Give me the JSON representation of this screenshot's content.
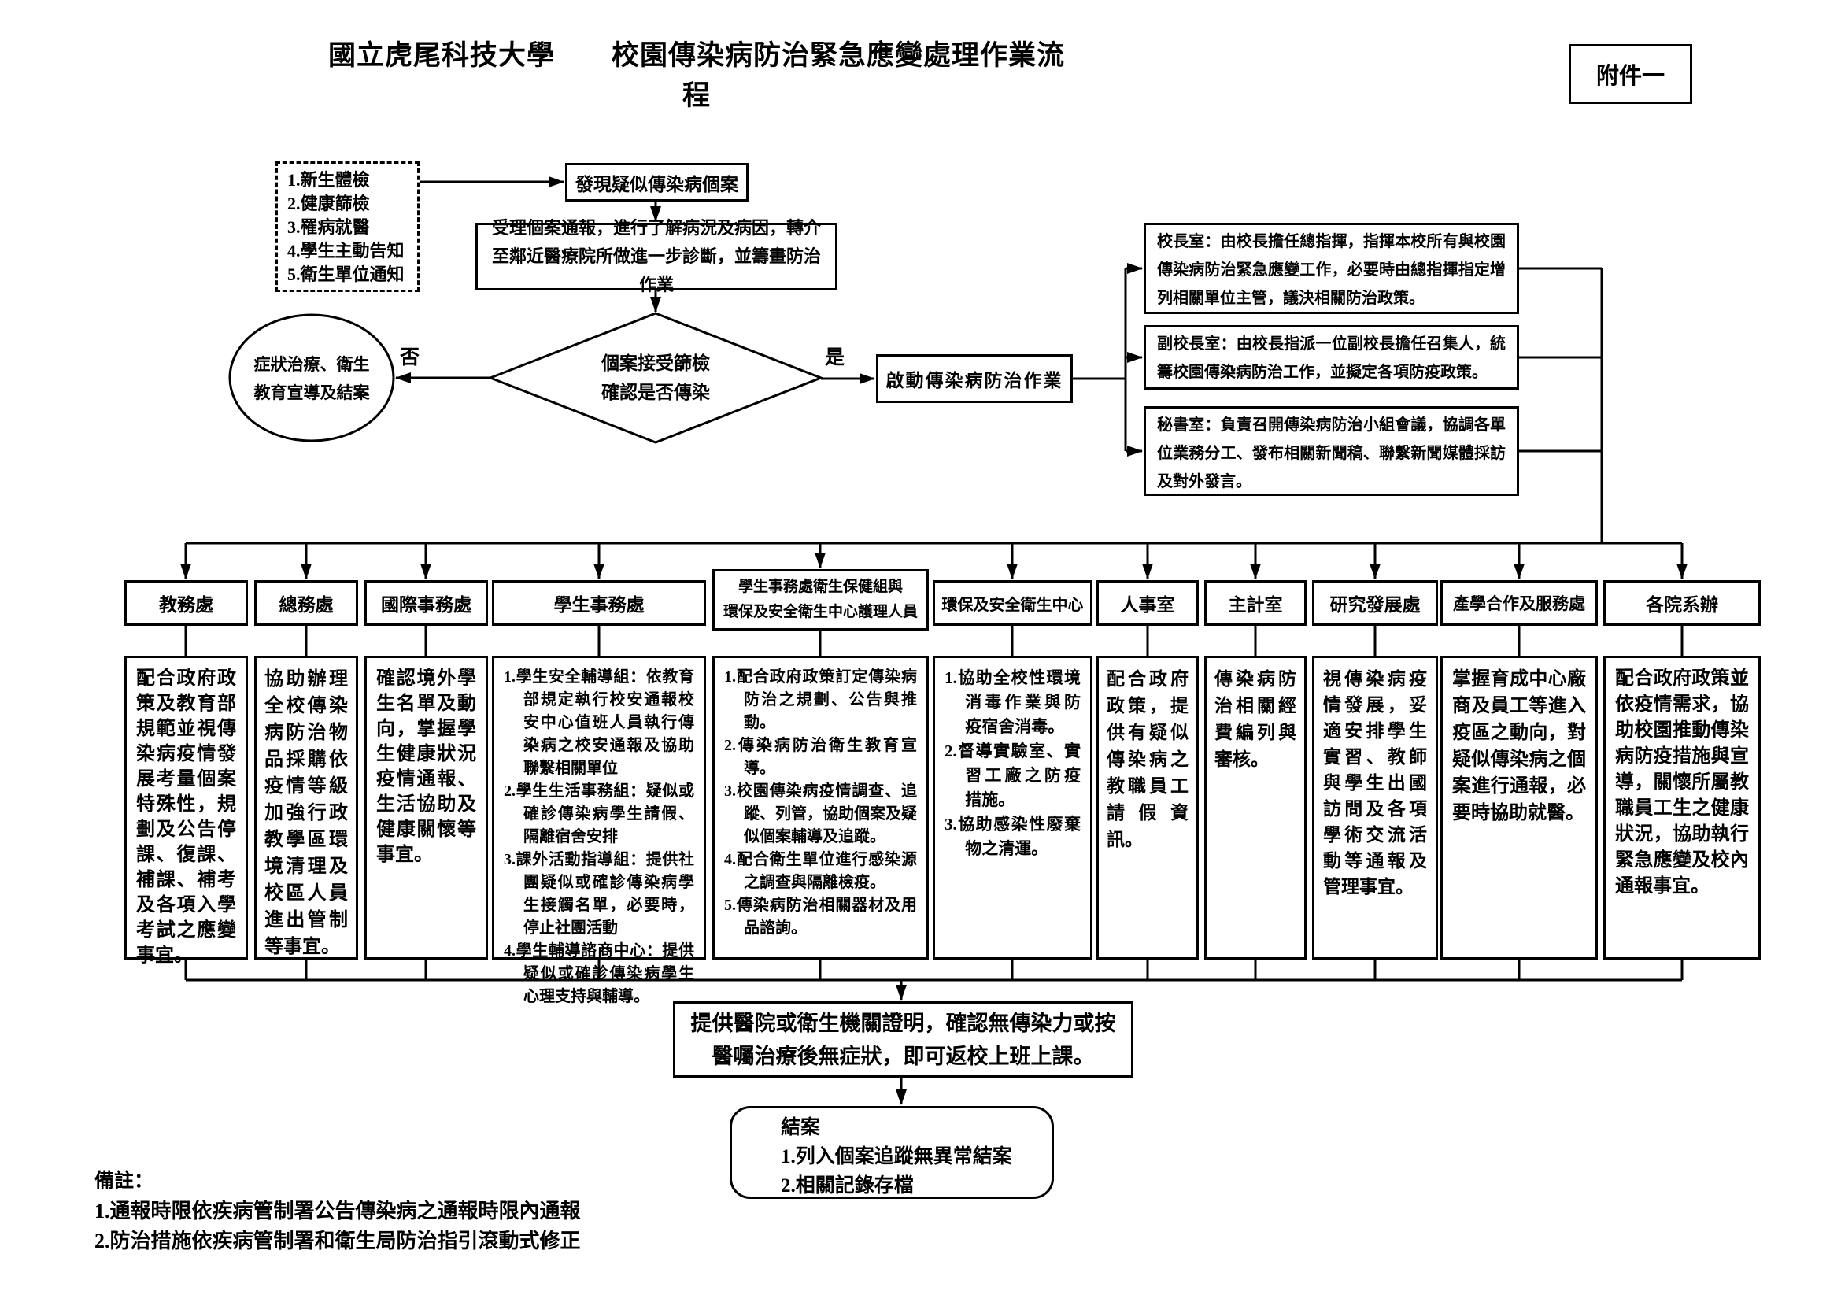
{
  "page": {
    "title": "國立虎尾科技大學　　校園傳染病防治緊急應變處理作業流程",
    "attachment_label": "附件一"
  },
  "flow": {
    "sources": {
      "items": [
        "1.新生體檢",
        "2.健康篩檢",
        "3.罹病就醫",
        "4.學生主動告知",
        "5.衛生單位通知"
      ]
    },
    "discover": "發現疑似傳染病個案",
    "accept": "受理個案通報，進行了解病況及病因，轉介至鄰近醫療院所做進一步診斷，並籌畫防治作業",
    "decision": "個案接受篩檢\n確認是否傳染",
    "no_label": "否",
    "yes_label": "是",
    "no_outcome": "症狀治療、衛生\n教育宣導及結案",
    "activate": "啟動傳染病防治作業",
    "leaders": [
      {
        "text": "校長室：由校長擔任總指揮，指揮本校所有與校園傳染病防治緊急應變工作，必要時由總指揮指定增列相關單位主管，議決相關防治政策。"
      },
      {
        "text": "副校長室：由校長指派一位副校長擔任召集人，統籌校園傳染病防治工作，並擬定各項防疫政策。"
      },
      {
        "text": "秘書室：負責召開傳染病防治小組會議，協調各單位業務分工、發布相關新聞稿、聯繫新聞媒體採訪及對外發言。"
      }
    ],
    "departments": [
      {
        "name": "教務處",
        "items": [
          "配合政府政策及教育部規範並視傳染病疫情發展考量個案特殊性，規劃及公告停課、復課、補課、補考及各項入學考試之應變事宜。"
        ]
      },
      {
        "name": "總務處",
        "items": [
          "協助辦理全校傳染病防治物品採購依疫情等級加強行政教學區環境清理及校區人員進出管制等事宜。"
        ]
      },
      {
        "name": "國際事務處",
        "items": [
          "確認境外學生名單及動向，掌握學生健康狀況疫情通報、生活協助及健康關懷等事宜。"
        ]
      },
      {
        "name": "學生事務處",
        "items": [
          "1.學生安全輔導組：依教育部規定執行校安通報校安中心值班人員執行傳染病之校安通報及協助聯繫相關單位",
          "2.學生生活事務組：疑似或確診傳染病學生請假、隔離宿舍安排",
          "3.課外活動指導組：提供社團疑似或確診傳染病學生接觸名單，必要時，停止社團活動",
          "4.學生輔導諮商中心：提供疑似或確診傳染病學生心理支持與輔導。"
        ]
      },
      {
        "name": "學生事務處衛生保健組與\n環保及安全衛生中心護理人員",
        "items": [
          "1.配合政府政策訂定傳染病防治之規劃、公告與推動。",
          "2.傳染病防治衛生教育宣導。",
          "3.校園傳染病疫情調查、追蹤、列管，協助個案及疑似個案輔導及追蹤。",
          "4.配合衛生單位進行感染源之調查與隔離檢疫。",
          "5.傳染病防治相關器材及用品諮詢。"
        ]
      },
      {
        "name": "環保及安全衛生中心",
        "items": [
          "1.協助全校性環境消毒作業與防疫宿舍消毒。",
          "2.督導實驗室、實習工廠之防疫措施。",
          "3.協助感染性廢棄物之清運。"
        ]
      },
      {
        "name": "人事室",
        "items": [
          "配合政府政策，提供有疑似傳染病之教職員工請假資訊。"
        ]
      },
      {
        "name": "主計室",
        "items": [
          "傳染病防治相關經費編列與審核。"
        ]
      },
      {
        "name": "研究發展處",
        "items": [
          "視傳染病疫情發展，妥適安排學生實習、教師與學生出國訪問及各項學術交流活動等通報及管理事宜。"
        ]
      },
      {
        "name": "產學合作及服務處",
        "items": [
          "掌握育成中心廠商及員工等進入疫區之動向，對疑似傳染病之個案進行通報，必要時協助就醫。"
        ]
      },
      {
        "name": "各院系辦",
        "items": [
          "配合政府政策並依疫情需求，協助校園推動傳染病防疫措施與宣導，關懷所屬教職員工生之健康狀況，協助執行緊急應變及校內通報事宜。"
        ]
      }
    ],
    "release": "提供醫院或衛生機關證明，確認無傳染力或按醫囑治療後無症狀，即可返校上班上課。",
    "closure": {
      "title": "結案",
      "items": [
        "1.列入個案追蹤無異常結案",
        "2.相關記錄存檔"
      ]
    },
    "notes": {
      "title": "備註：",
      "items": [
        "1.通報時限依疾病管制署公告傳染病之通報時限內通報",
        "2.防治措施依疾病管制署和衛生局防治指引滾動式修正"
      ]
    }
  }
}
